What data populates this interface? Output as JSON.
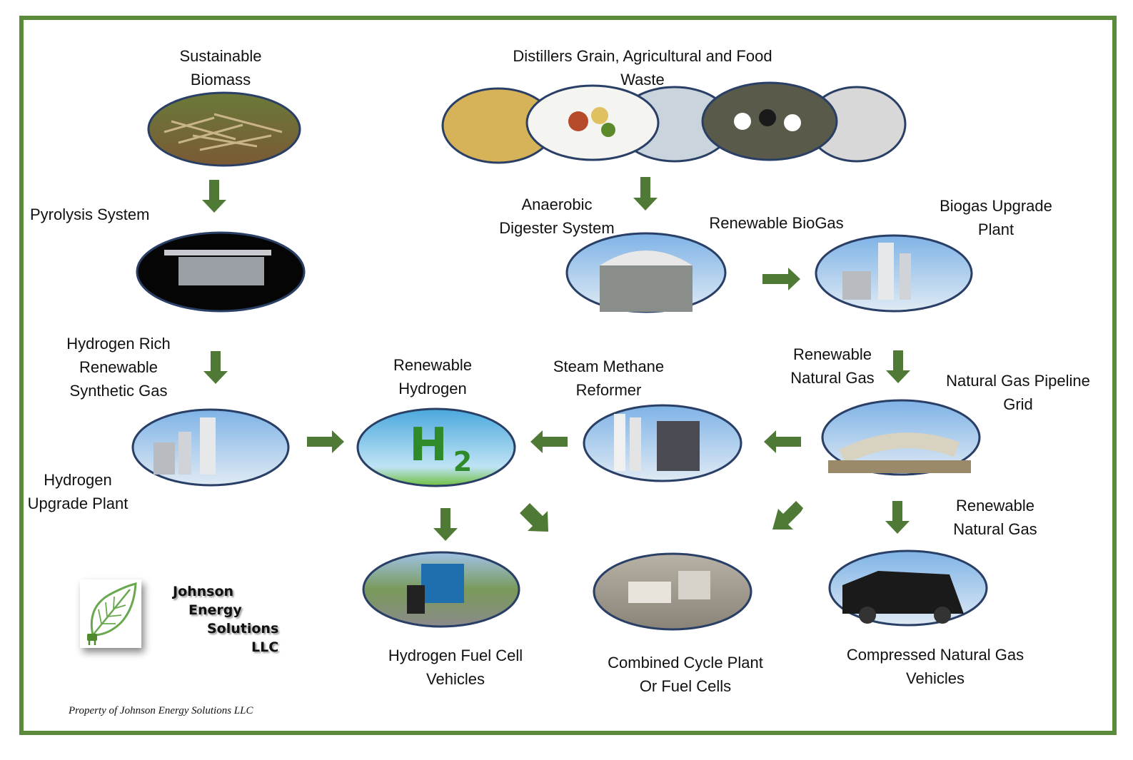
{
  "labels": {
    "sustainable_biomass": "Sustainable\nBiomass",
    "distillers": "Distillers Grain, Agricultural and Food\nWaste",
    "pyrolysis": "Pyrolysis System",
    "anaerobic": "Anaerobic\nDigester System",
    "biogas": "Renewable BioGas",
    "biogas_upgrade": "Biogas Upgrade\nPlant",
    "h2_rich": "Hydrogen Rich\nRenewable\nSynthetic Gas",
    "renewable_h2": "Renewable\nHydrogen",
    "smr": "Steam Methane\nReformer",
    "rng_upper": "Renewable\nNatural Gas",
    "pipeline": "Natural Gas Pipeline\nGrid",
    "h2_upgrade": "Hydrogen\nUpgrade Plant",
    "rng_lower": "Renewable\nNatural Gas",
    "fcv": "Hydrogen Fuel Cell\nVehicles",
    "ccp": "Combined Cycle Plant\nOr Fuel Cells",
    "cng": "Compressed Natural Gas\nVehicles"
  },
  "h2_symbol": "H",
  "h2_subscript": "2",
  "logo": {
    "line1": "Johnson",
    "line2": "Energy",
    "line3": "Solutions",
    "line4": "LLC"
  },
  "footer": "Property of Johnson Energy Solutions LLC",
  "colors": {
    "frame": "#5a8a3a",
    "arrow": "#4f7a36",
    "node_outline": "#2a3f66"
  }
}
